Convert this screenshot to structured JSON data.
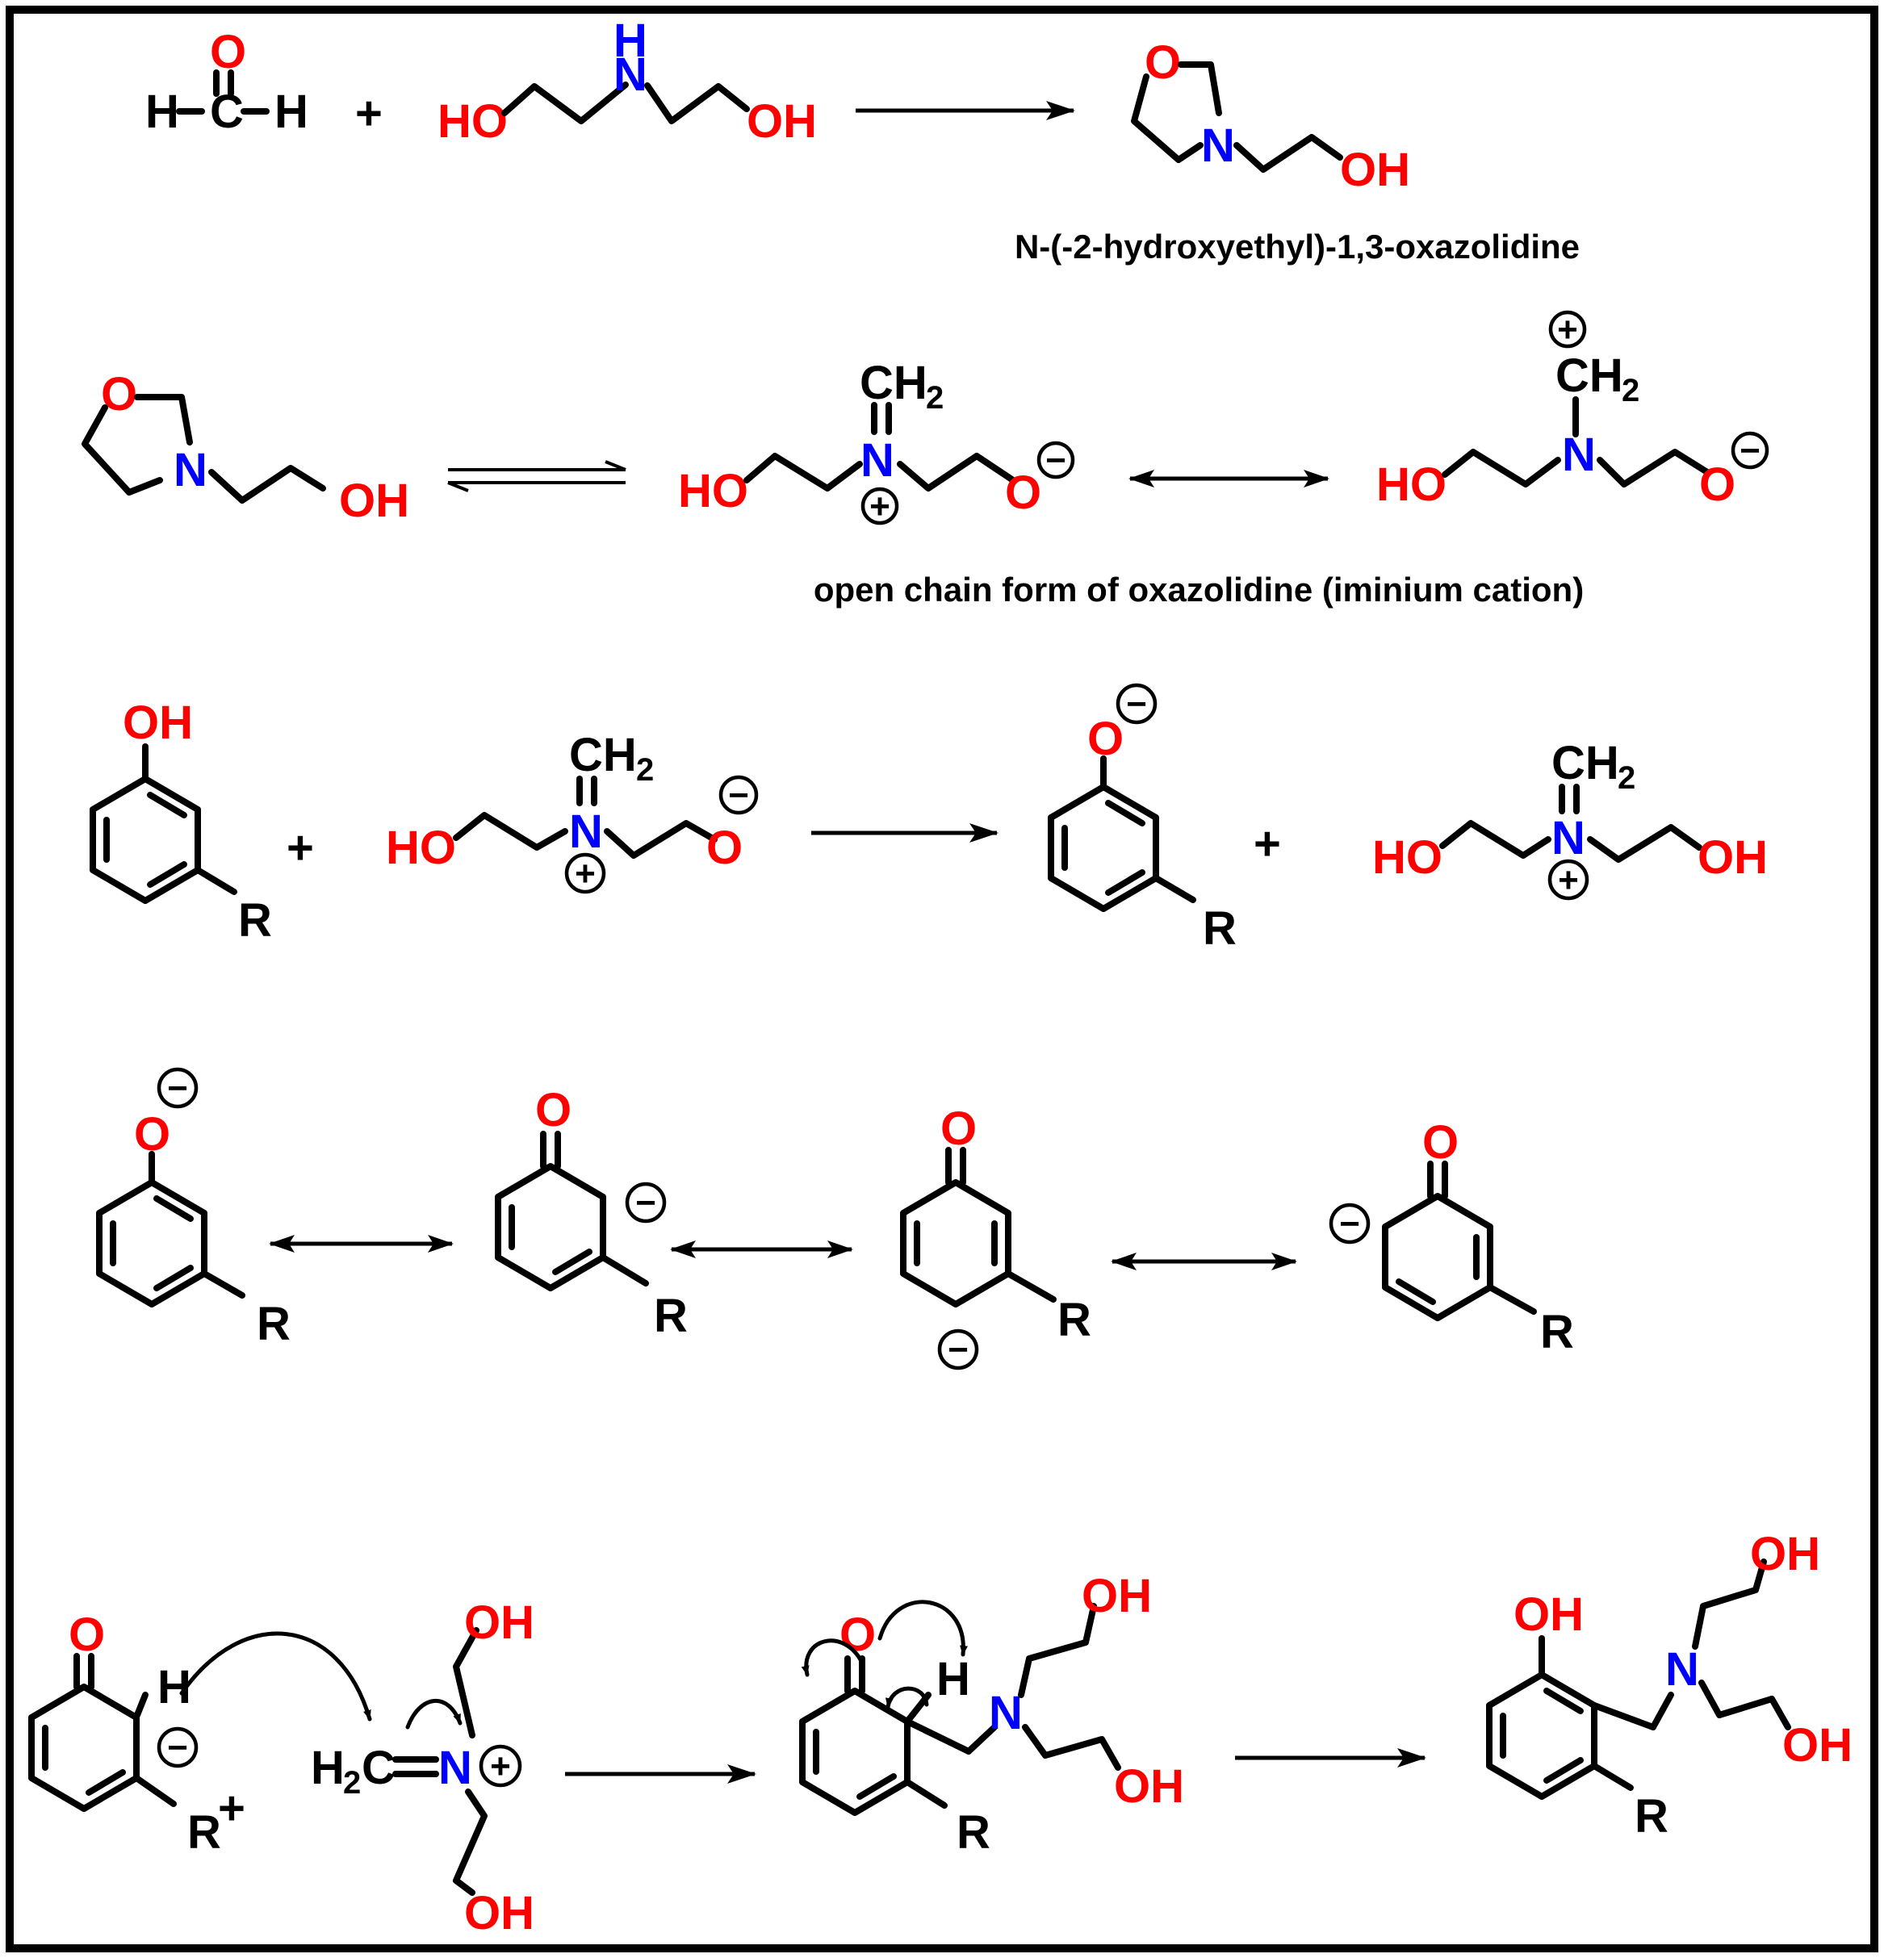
{
  "colors": {
    "oxygen": "#ff0000",
    "nitrogen": "#0000ff",
    "carbon": "#000000",
    "frame": "#000000"
  },
  "labels": {
    "oxazolidine_name": "N-(-2-hydroxyethyl)-1,3-oxazolidine",
    "open_chain_caption": "open chain form of oxazolidine (iminium cation)"
  },
  "atoms": {
    "H": "H",
    "C": "C",
    "O": "O",
    "N": "N",
    "R": "R",
    "HO": "HO",
    "OH": "OH",
    "CH": "CH",
    "H2": "H",
    "sub2": "2",
    "plus": "+"
  },
  "charges": {
    "positive": "+",
    "negative": "−"
  }
}
